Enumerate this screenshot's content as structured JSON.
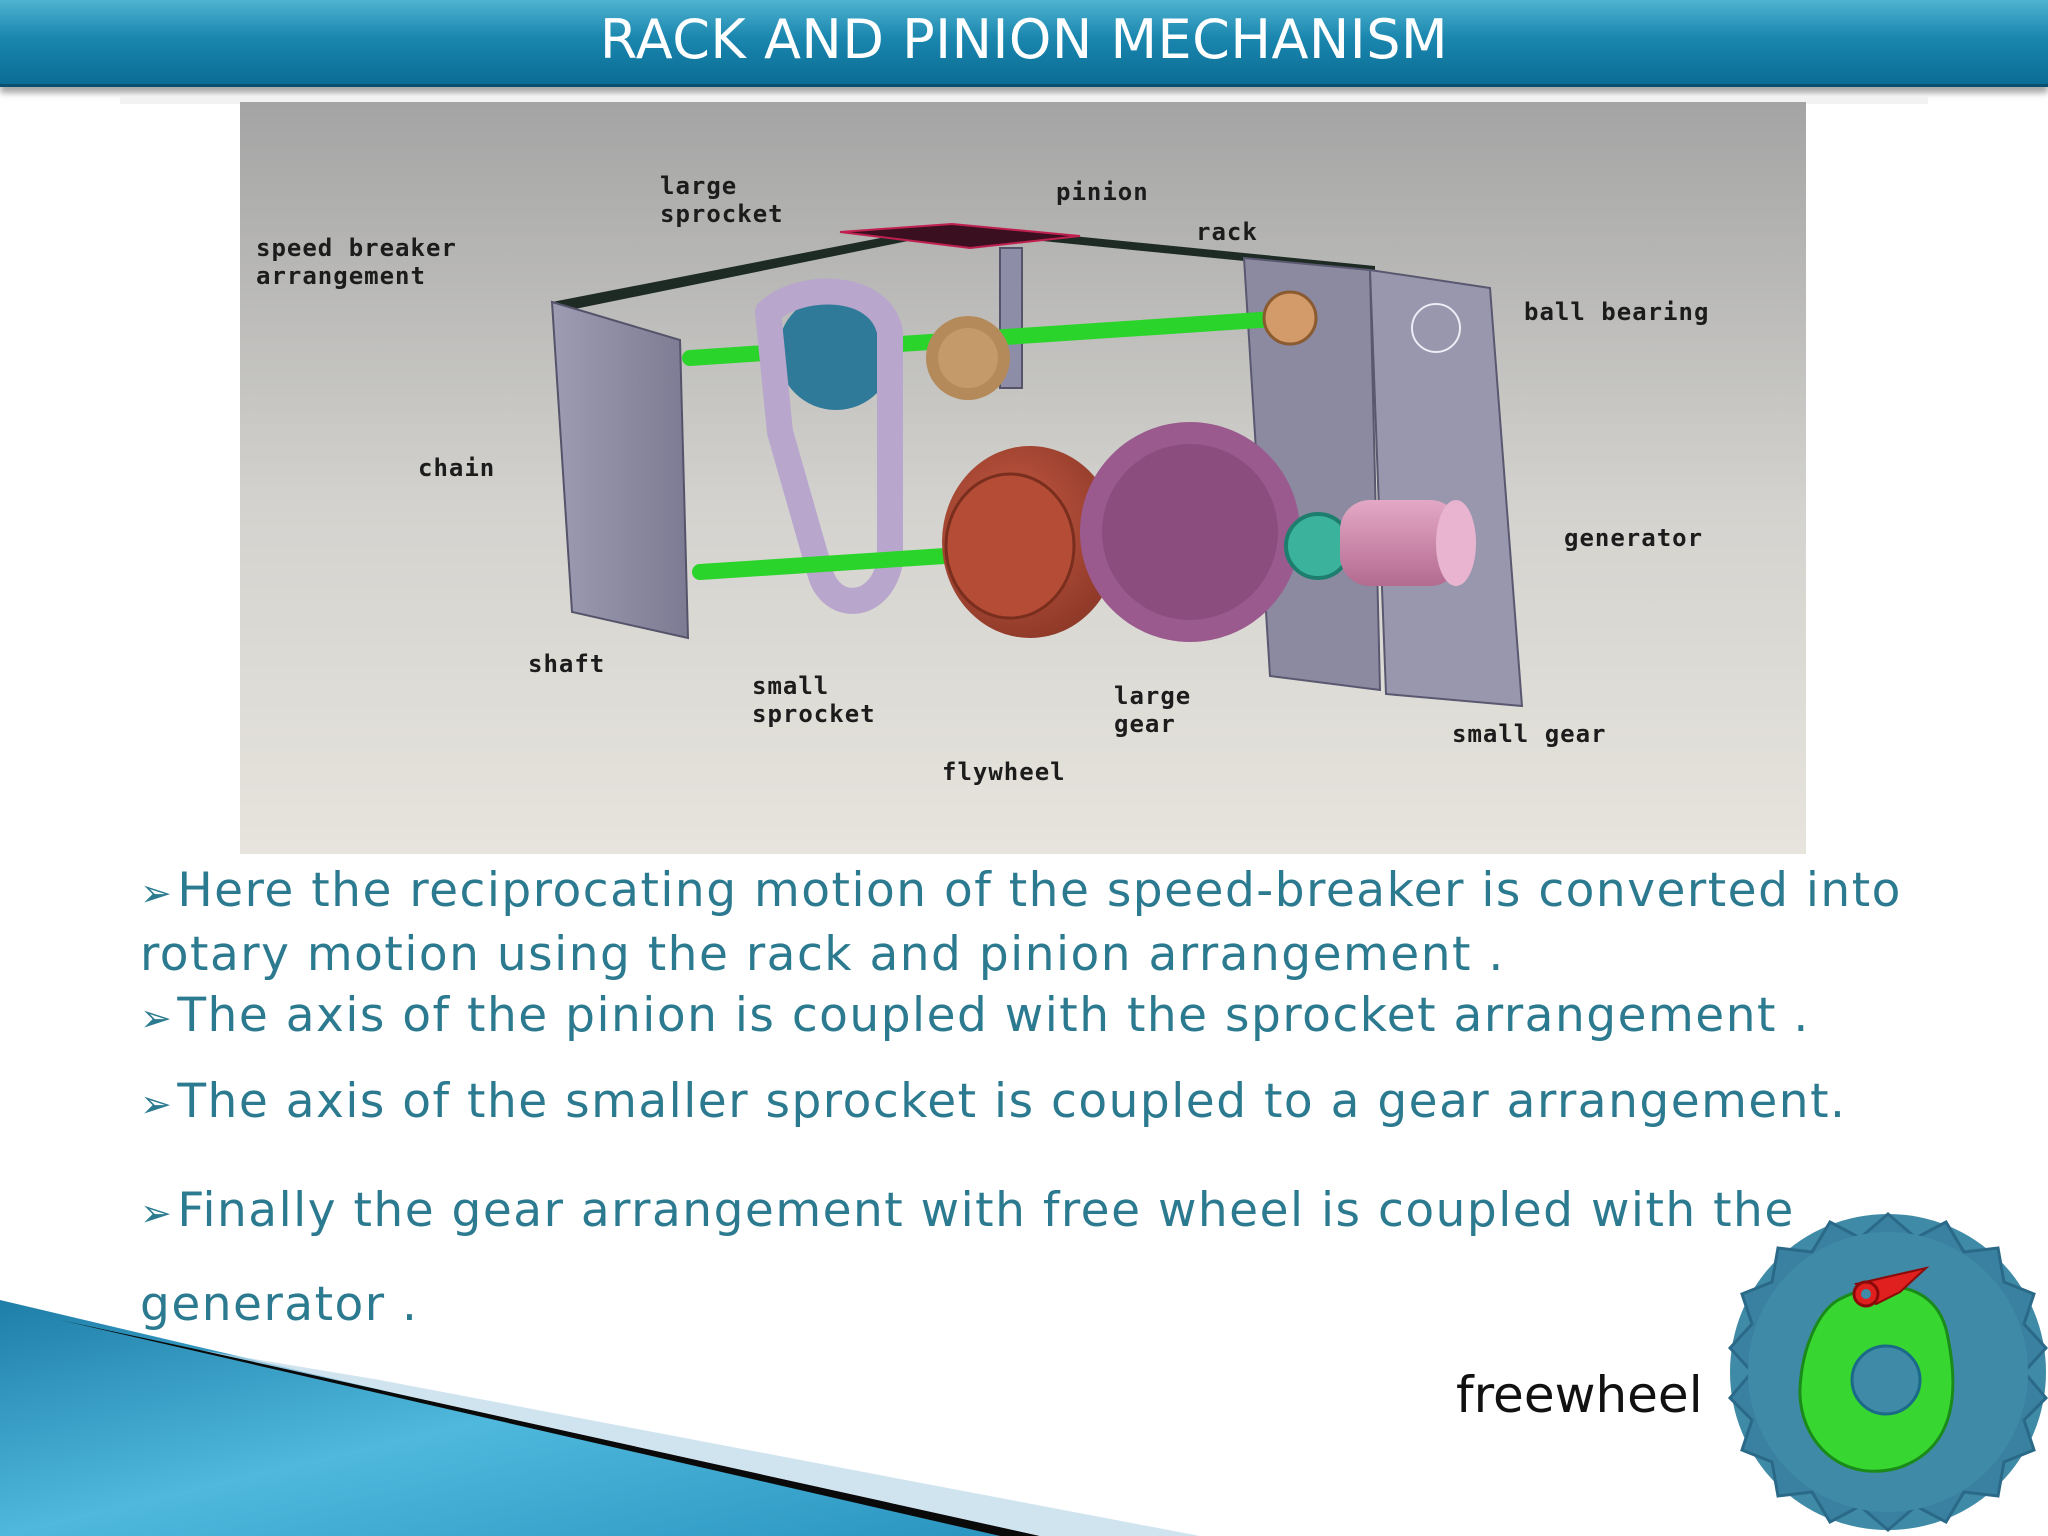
{
  "slide": {
    "title": "RACK AND PINION MECHANISM"
  },
  "diagram": {
    "labels": {
      "large_sprocket": "large\nsprocket",
      "pinion": "pinion",
      "rack": "rack",
      "speed_breaker": "speed breaker\narrangement",
      "ball_bearing": "ball bearing",
      "chain": "chain",
      "generator": "generator",
      "shaft": "shaft",
      "small_sprocket": "small\nsprocket",
      "large_gear": "large\ngear",
      "small_gear": "small gear",
      "flywheel": "flywheel"
    }
  },
  "bullets": [
    "Here the reciprocating motion of the speed-breaker is converted into rotary motion using the rack and pinion arrangement .",
    "The axis of the pinion is coupled with the sprocket arrangement .",
    "The axis of the smaller sprocket is coupled to a gear arrangement.",
    "Finally the gear arrangement with free wheel is coupled with the generator ."
  ],
  "bullet_marker": "➢",
  "freewheel": {
    "caption": "freewheel"
  },
  "colors": {
    "title_bar": "#1a86ae",
    "bullet_text": "#2b7a8f",
    "shaft_green": "#2bd42b",
    "flywheel_red": "#a8432f",
    "gear_purple": "#9a5a8e",
    "freewheel_blue": "#3f8aa6",
    "freewheel_green": "#38d630",
    "pawl_red": "#e0201e"
  }
}
